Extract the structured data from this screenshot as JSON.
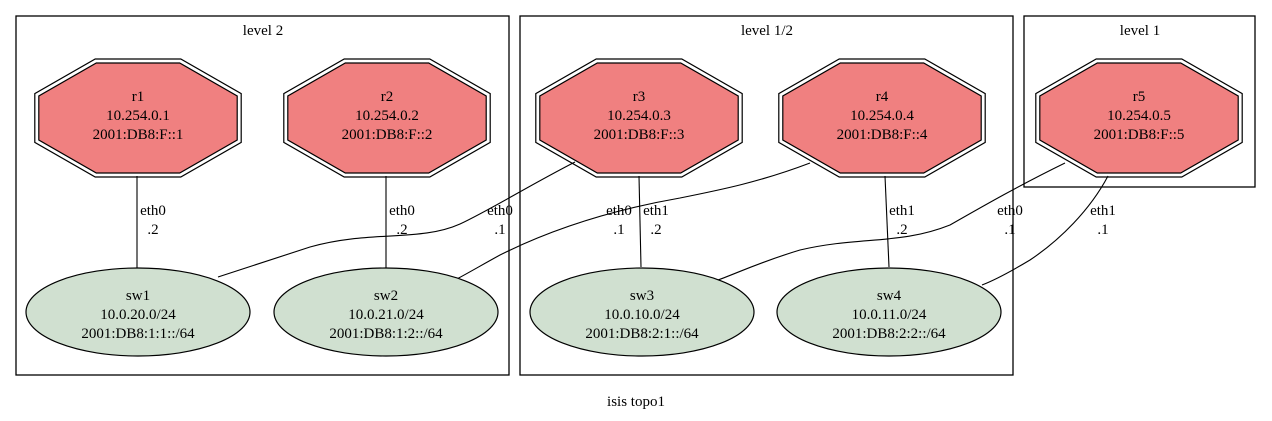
{
  "title": "isis topo1",
  "colors": {
    "router_fill": "#f08080",
    "switch_fill": "#d0e0d0",
    "stroke": "#000000"
  },
  "clusters": [
    {
      "id": "level2",
      "label": "level 2"
    },
    {
      "id": "level12",
      "label": "level 1/2"
    },
    {
      "id": "level1",
      "label": "level 1"
    }
  ],
  "routers": [
    {
      "id": "r1",
      "name": "r1",
      "ipv4": "10.254.0.1",
      "ipv6": "2001:DB8:F::1"
    },
    {
      "id": "r2",
      "name": "r2",
      "ipv4": "10.254.0.2",
      "ipv6": "2001:DB8:F::2"
    },
    {
      "id": "r3",
      "name": "r3",
      "ipv4": "10.254.0.3",
      "ipv6": "2001:DB8:F::3"
    },
    {
      "id": "r4",
      "name": "r4",
      "ipv4": "10.254.0.4",
      "ipv6": "2001:DB8:F::4"
    },
    {
      "id": "r5",
      "name": "r5",
      "ipv4": "10.254.0.5",
      "ipv6": "2001:DB8:F::5"
    }
  ],
  "switches": [
    {
      "id": "sw1",
      "name": "sw1",
      "ipv4": "10.0.20.0/24",
      "ipv6": "2001:DB8:1:1::/64"
    },
    {
      "id": "sw2",
      "name": "sw2",
      "ipv4": "10.0.21.0/24",
      "ipv6": "2001:DB8:1:2::/64"
    },
    {
      "id": "sw3",
      "name": "sw3",
      "ipv4": "10.0.10.0/24",
      "ipv6": "2001:DB8:2:1::/64"
    },
    {
      "id": "sw4",
      "name": "sw4",
      "ipv4": "10.0.11.0/24",
      "ipv6": "2001:DB8:2:2::/64"
    }
  ],
  "links": [
    {
      "from": "r1",
      "to": "sw1",
      "iface": "eth0",
      "addr": ".2"
    },
    {
      "from": "r2",
      "to": "sw2",
      "iface": "eth0",
      "addr": ".2"
    },
    {
      "from": "r3",
      "to": "sw1",
      "iface": "eth0",
      "addr": ".1"
    },
    {
      "from": "r3",
      "to": "sw3",
      "iface": "eth1",
      "addr": ".2"
    },
    {
      "from": "r4",
      "to": "sw2",
      "iface": "eth0",
      "addr": ".1"
    },
    {
      "from": "r4",
      "to": "sw4",
      "iface": "eth1",
      "addr": ".2"
    },
    {
      "from": "r5",
      "to": "sw3",
      "iface": "eth0",
      "addr": ".1"
    },
    {
      "from": "r5",
      "to": "sw4",
      "iface": "eth1",
      "addr": ".1"
    }
  ]
}
